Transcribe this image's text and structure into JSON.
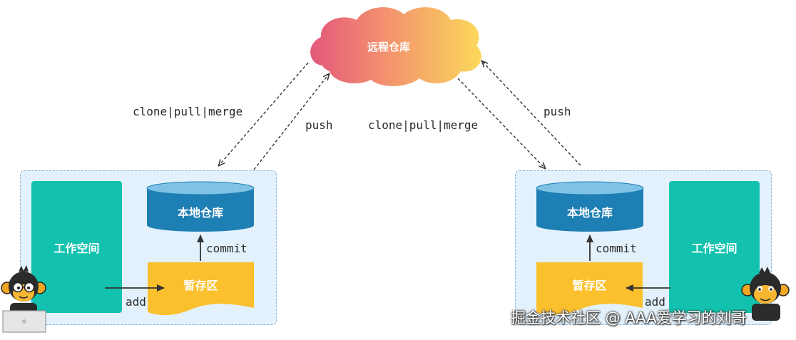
{
  "remote": {
    "label": "远程仓库"
  },
  "arrows": {
    "left_clone": "clone|pull|merge",
    "left_push": "push",
    "right_clone": "clone|pull|merge",
    "right_push": "push"
  },
  "left_panel": {
    "workspace": "工作空间",
    "local_repo": "本地仓库",
    "staging": "暂存区",
    "commit": "commit",
    "add": "add"
  },
  "right_panel": {
    "workspace": "工作空间",
    "local_repo": "本地仓库",
    "staging": "暂存区",
    "commit": "commit",
    "add": "add"
  },
  "watermark": "掘金技术社区 @ AAA爱学习的刘哥",
  "colors": {
    "workspace": "#12c2ae",
    "repo": "#1d7fb3",
    "repo_top": "#7fc2e6",
    "staging": "#fbc02d",
    "panel": "#e3f1fc",
    "cloud_start": "#e4587a",
    "cloud_end": "#fbd85a"
  }
}
